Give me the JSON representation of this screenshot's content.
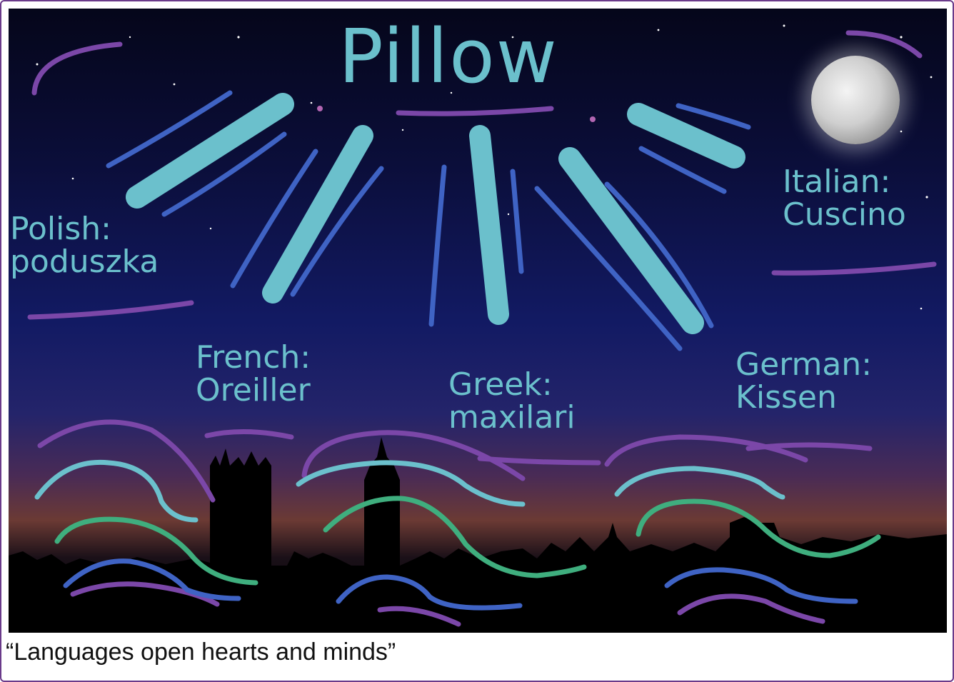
{
  "title": "Pillow",
  "translations": [
    {
      "lang": "Polish:",
      "word": "poduszka"
    },
    {
      "lang": "French:",
      "word": "Oreiller"
    },
    {
      "lang": "Greek:",
      "word": "maxilari"
    },
    {
      "lang": "German:",
      "word": "Kissen"
    },
    {
      "lang": "Italian:",
      "word": "Cuscino"
    }
  ],
  "caption": "“Languages open hearts and minds”",
  "colors": {
    "text_teal": "#6bc0cc",
    "stroke_blue": "#3f63c4",
    "stroke_purple": "#7b47a8",
    "stroke_green": "#3fae7e",
    "border": "#6a3a8a"
  },
  "icons": [
    "moon-icon",
    "skyline-silhouette"
  ]
}
